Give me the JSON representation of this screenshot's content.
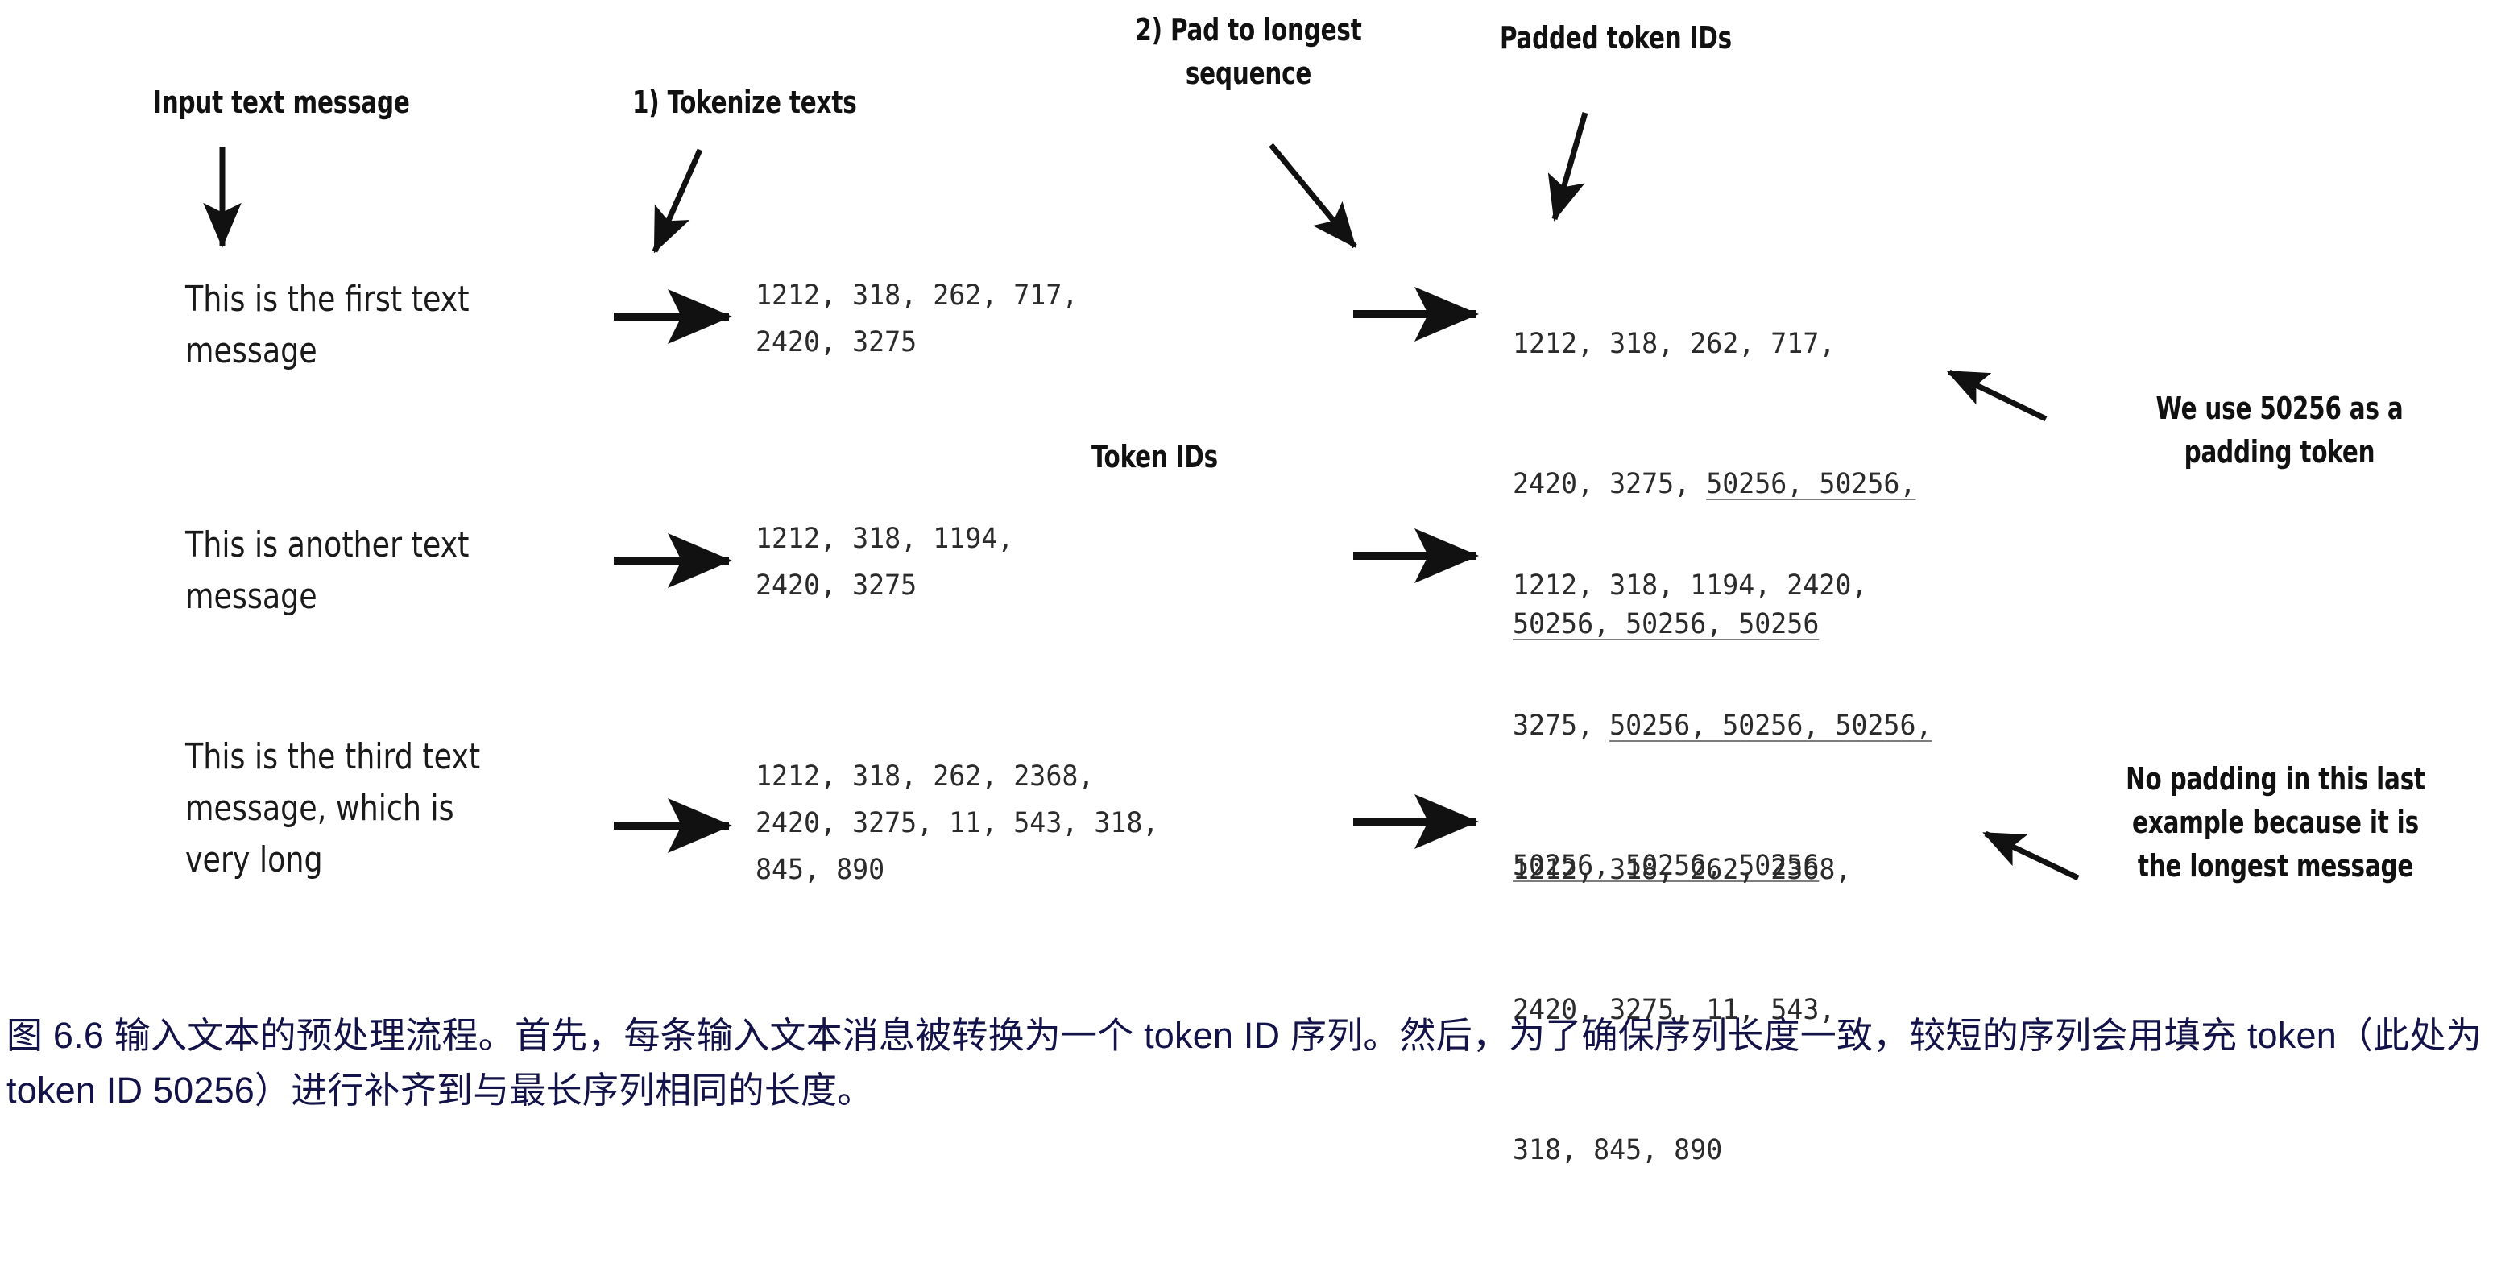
{
  "figure": {
    "labels": {
      "input_text_message": "Input text message",
      "tokenize_texts": "1) Tokenize texts",
      "pad_to_longest": "2) Pad to longest\nsequence",
      "padded_token_ids": "Padded token IDs",
      "token_ids": "Token IDs"
    },
    "callouts": {
      "padding_token": "We use 50256 as a\npadding token",
      "no_padding": "No padding in this last\nexample because it is\nthe longest message"
    },
    "rows": [
      {
        "message": "This is the first text\nmessage",
        "token_ids": "1212, 318, 262, 717,\n2420, 3275",
        "padded_prefix_1": "1212, 318, 262, 717,",
        "padded_prefix_2": "2420, 3275, ",
        "padded_underlined_2": "50256, 50256,",
        "padded_underlined_3": "50256, 50256, 50256"
      },
      {
        "message": "This is another text\nmessage",
        "token_ids": "1212, 318, 1194,\n2420, 3275",
        "padded_prefix_1": "1212, 318, 1194, 2420,",
        "padded_prefix_2": "3275, ",
        "padded_underlined_2": "50256, 50256, 50256,",
        "padded_underlined_3": "50256, 50256, 50256"
      },
      {
        "message": "This is the third text\nmessage, which is\nvery long",
        "token_ids": "1212, 318, 262, 2368,\n2420, 3275, 11, 543, 318,\n845, 890",
        "padded_prefix_1": "1212, 318, 262, 2368,",
        "padded_prefix_2": "2420, 3275, 11, 543,",
        "padded_underlined_2": "",
        "padded_underlined_3": "",
        "padded_line_3": "318, 845, 890"
      }
    ],
    "icons": {
      "flow_arrow": "right-arrow-icon",
      "pointer_arrow": "diagonal-arrow-icon"
    },
    "colors": {
      "ink": "#111111",
      "token_ink": "#2b2b2b",
      "underline": "#7d7d7d",
      "caption": "#131349",
      "background": "#ffffff"
    }
  },
  "caption": {
    "text": "图 6.6 输入文本的预处理流程。首先，每条输入文本消息被转换为一个 token ID 序列。然后，为了确保序列长度一致，较短的序列会用填充 token（此处为 token ID 50256）进行补齐到与最长序列相同的长度。"
  }
}
